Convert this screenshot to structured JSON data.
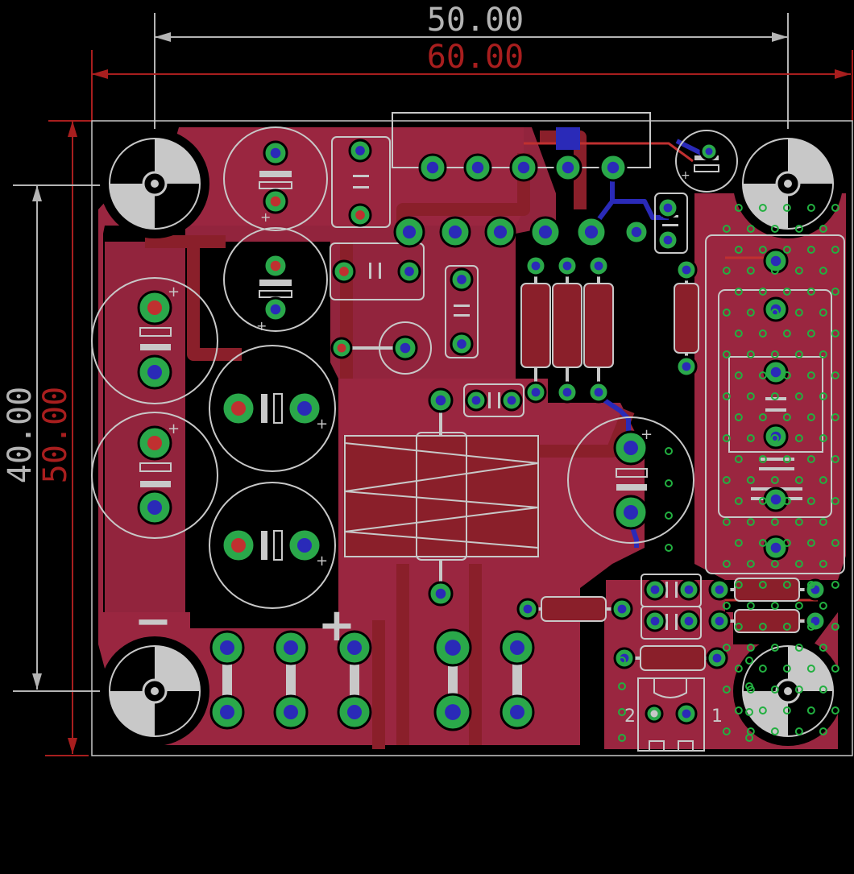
{
  "dimensions": {
    "top_inner": "50.00",
    "top_outer": "60.00",
    "left_inner": "40.00",
    "left_outer": "50.00"
  },
  "silkscreen": {
    "minus_symbol": "−",
    "plus_symbol": "+",
    "connector_pin_2": "2",
    "connector_pin_1": "1",
    "cap_polarity": "+"
  },
  "colors": {
    "background": "#000000",
    "copper_top": "#9a2640",
    "copper_trace": "#8a1f2a",
    "copper_bottom": "#2a2ab8",
    "pad": "#2aa84a",
    "silkscreen": "#c8c8c8",
    "dim_inner": "#b4b4b4",
    "dim_outer": "#a81e1e",
    "via_ring": "#22b040"
  }
}
